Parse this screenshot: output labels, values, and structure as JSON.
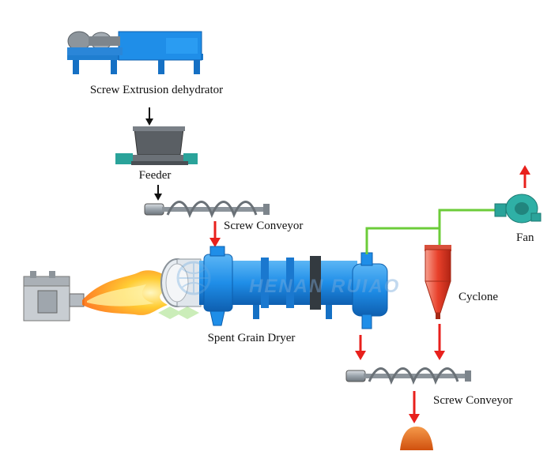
{
  "labels": {
    "dehydrator": "Screw Extrusion dehydrator",
    "feeder": "Feeder",
    "screw_conveyor_top": "Screw Conveyor",
    "dryer": "Spent Grain Dryer",
    "cyclone": "Cyclone",
    "fan": "Fan",
    "screw_conveyor_bottom": "Screw Conveyor"
  },
  "watermark": "HENAN RUIAO",
  "colors": {
    "machine_blue": "#1f8ee8",
    "arrow_red": "#e8201c",
    "pipe_green": "#6ccc3a",
    "feeder_teal": "#2aa39a",
    "product_orange": "#e8651a",
    "cyclone_red": "#e8402a"
  }
}
